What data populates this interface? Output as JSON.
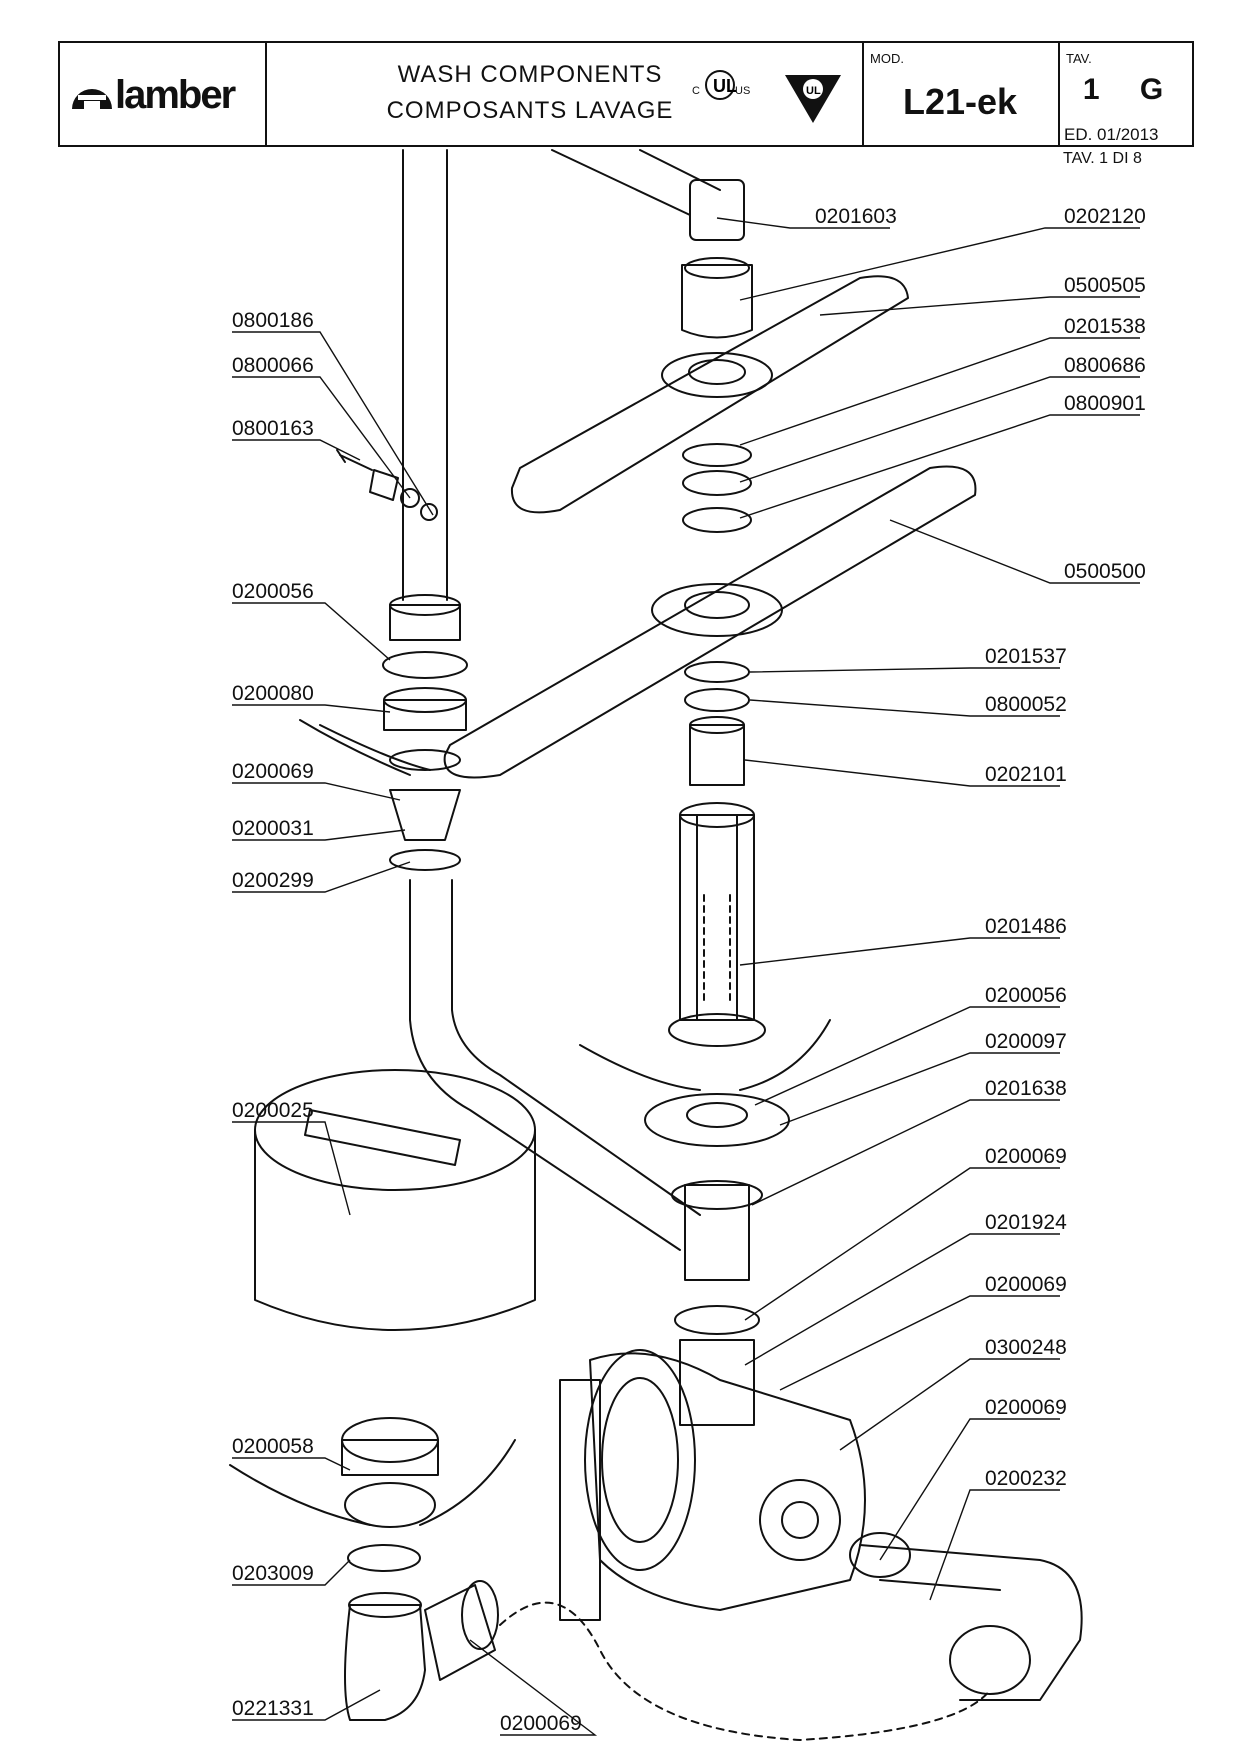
{
  "header": {
    "brand": "lamber",
    "title_en": "WASH COMPONENTS",
    "title_fr": "COMPOSANTS LAVAGE",
    "cert_c": "C",
    "cert_us": "US",
    "model_label": "MOD.",
    "model": "L21-ek",
    "tav_label": "TAV.",
    "tav": "1 G",
    "edition": "ED. 01/2013",
    "sheet": "TAV. 1 DI 8"
  },
  "parts_left": [
    "0800186",
    "0800066",
    "0800163",
    "0200056",
    "0200080",
    "0200069",
    "0200031",
    "0200299",
    "0200025",
    "0200058",
    "0203009",
    "0221331"
  ],
  "parts_right": [
    "0201603",
    "0202120",
    "0500505",
    "0201538",
    "0800686",
    "0800901",
    "0500500",
    "0201537",
    "0800052",
    "0202101",
    "0201486",
    "0200056",
    "0200097",
    "0201638",
    "0200069",
    "0201924",
    "0200069",
    "0300248",
    "0200069",
    "0200232"
  ],
  "parts_bottom": [
    "0200069"
  ]
}
